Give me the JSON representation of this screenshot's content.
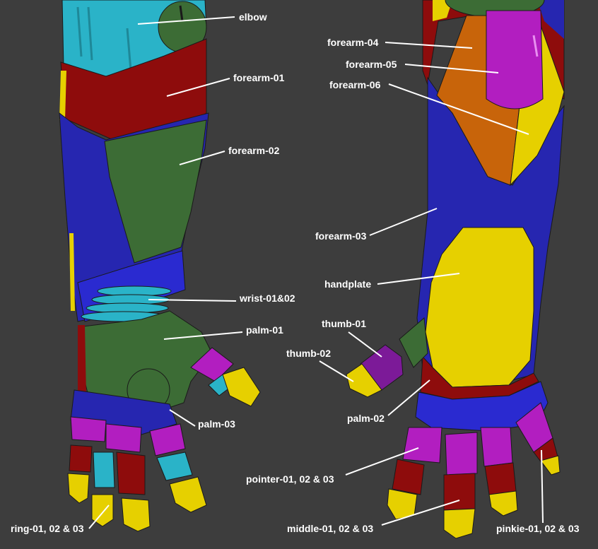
{
  "colors": {
    "background": "#3d3d3d",
    "cyan": "#2ab3c8",
    "red": "#8e0c0c",
    "green": "#3c6c35",
    "blue": "#2626b0",
    "yellow": "#e6d000",
    "magenta": "#b21ec0",
    "orange": "#c8640a",
    "purple": "#7c1a98"
  },
  "labels": {
    "elbow": "elbow",
    "forearm_01": "forearm-01",
    "forearm_02": "forearm-02",
    "wrist": "wrist-01&02",
    "palm_01": "palm-01",
    "palm_03": "palm-03",
    "ring": "ring-01, 02 & 03",
    "forearm_04": "forearm-04",
    "forearm_05": "forearm-05",
    "forearm_06": "forearm-06",
    "forearm_03": "forearm-03",
    "handplate": "handplate",
    "thumb_01": "thumb-01",
    "thumb_02": "thumb-02",
    "palm_02": "palm-02",
    "pointer": "pointer-01, 02 & 03",
    "middle": "middle-01, 02 & 03",
    "pinkie": "pinkie-01, 02 & 03"
  }
}
